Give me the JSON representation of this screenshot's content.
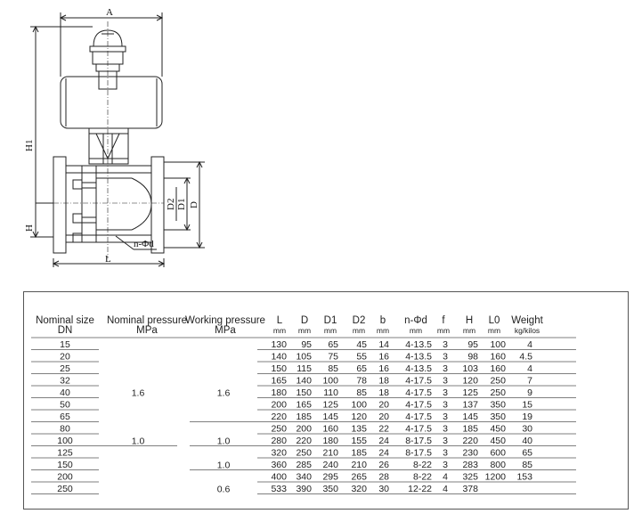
{
  "drawing": {
    "labels": {
      "A": "A",
      "H1": "H1",
      "H": "H",
      "L": "L",
      "D2": "D2",
      "D1": "D1",
      "D": "D",
      "holes": "n-Φd"
    }
  },
  "table": {
    "headers": [
      {
        "name": "Nominal size",
        "unit": "DN"
      },
      {
        "name": "Nominal pressure",
        "unit": "MPa"
      },
      {
        "name": "Working pressure",
        "unit": "MPa"
      },
      {
        "name": "L",
        "unit": "mm"
      },
      {
        "name": "D",
        "unit": "mm"
      },
      {
        "name": "D1",
        "unit": "mm"
      },
      {
        "name": "D2",
        "unit": "mm"
      },
      {
        "name": "b",
        "unit": "mm"
      },
      {
        "name": "n-Φd",
        "unit": "mm"
      },
      {
        "name": "f",
        "unit": "mm"
      },
      {
        "name": "H",
        "unit": "mm"
      },
      {
        "name": "L0",
        "unit": "mm"
      },
      {
        "name": "Weight",
        "unit": "kg/kilos"
      }
    ],
    "nominal_pressure_groups": [
      "1.6",
      "1.0"
    ],
    "working_pressure_groups": [
      "1.6",
      "1.0",
      "1.0",
      "0.6"
    ],
    "rows": [
      [
        "15",
        "130",
        "95",
        "65",
        "45",
        "14",
        "4-13.5",
        "3",
        "95",
        "100",
        "4"
      ],
      [
        "20",
        "140",
        "105",
        "75",
        "55",
        "16",
        "4-13.5",
        "3",
        "98",
        "160",
        "4.5"
      ],
      [
        "25",
        "150",
        "115",
        "85",
        "65",
        "16",
        "4-13.5",
        "3",
        "103",
        "160",
        "4"
      ],
      [
        "32",
        "165",
        "140",
        "100",
        "78",
        "18",
        "4-17.5",
        "3",
        "120",
        "250",
        "7"
      ],
      [
        "40",
        "180",
        "150",
        "110",
        "85",
        "18",
        "4-17.5",
        "3",
        "125",
        "250",
        "9"
      ],
      [
        "50",
        "200",
        "165",
        "125",
        "100",
        "20",
        "4-17.5",
        "3",
        "137",
        "350",
        "15"
      ],
      [
        "65",
        "220",
        "185",
        "145",
        "120",
        "20",
        "4-17.5",
        "3",
        "145",
        "350",
        "19"
      ],
      [
        "80",
        "250",
        "200",
        "160",
        "135",
        "22",
        "4-17.5",
        "3",
        "185",
        "450",
        "30"
      ],
      [
        "100",
        "280",
        "220",
        "180",
        "155",
        "24",
        "8-17.5",
        "3",
        "220",
        "450",
        "40"
      ],
      [
        "125",
        "320",
        "250",
        "210",
        "185",
        "24",
        "8-17.5",
        "3",
        "230",
        "600",
        "65"
      ],
      [
        "150",
        "360",
        "285",
        "240",
        "210",
        "26",
        "8-22",
        "3",
        "283",
        "800",
        "85"
      ],
      [
        "200",
        "400",
        "340",
        "295",
        "265",
        "28",
        "8-22",
        "4",
        "325",
        "1200",
        "153"
      ],
      [
        "250",
        "533",
        "390",
        "350",
        "320",
        "30",
        "12-22",
        "4",
        "378",
        "",
        ""
      ]
    ]
  }
}
